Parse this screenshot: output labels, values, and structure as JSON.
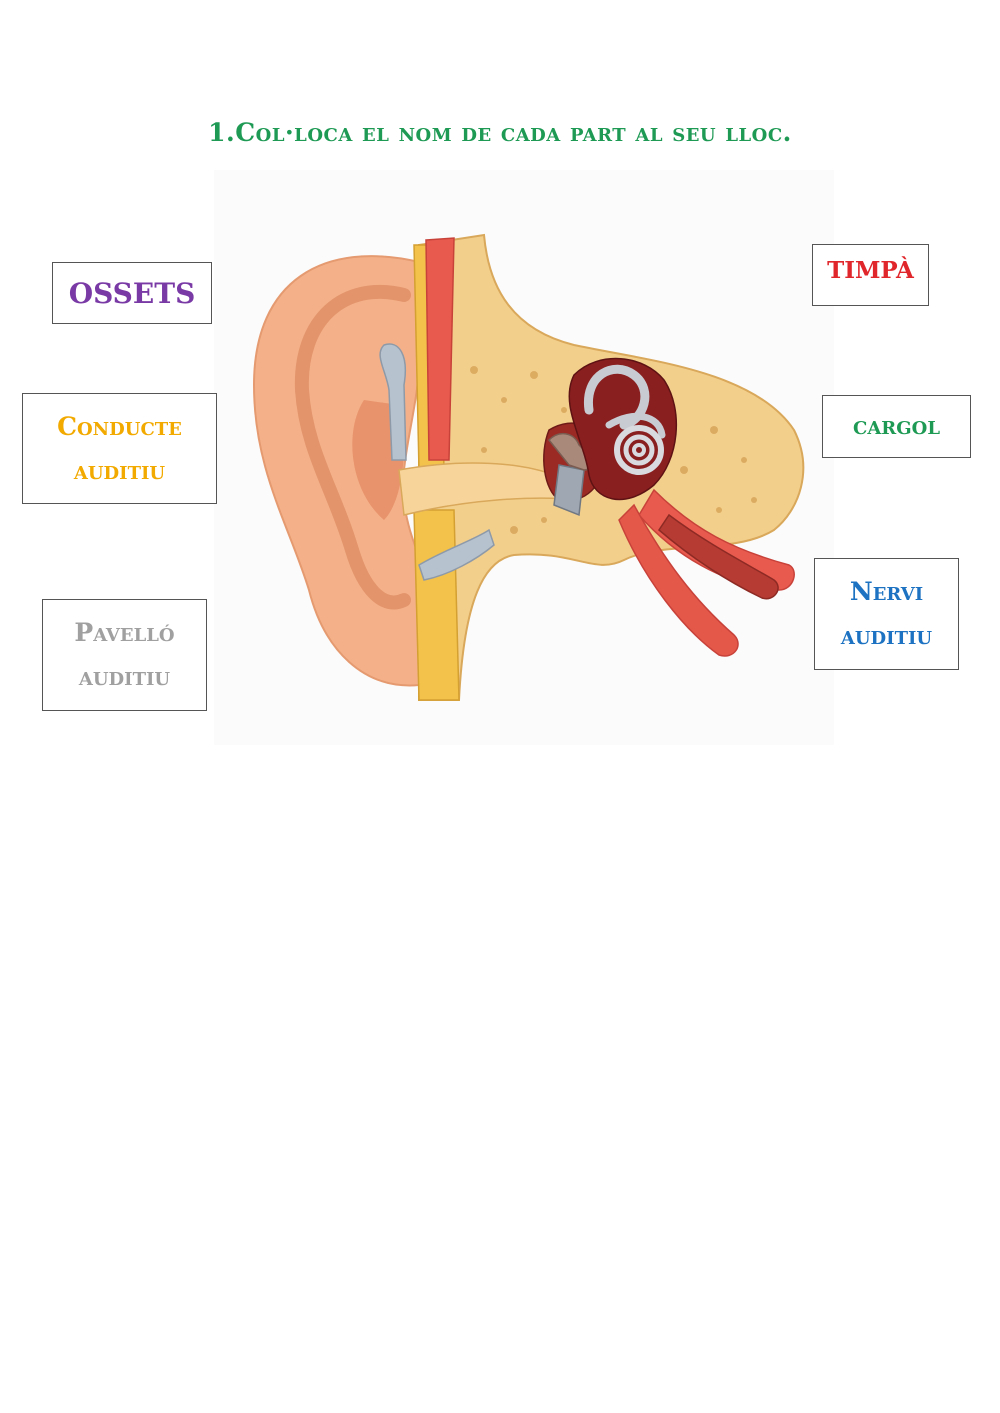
{
  "title": "1.Col·loca el nom de cada part al seu lloc.",
  "labels": {
    "ossets": {
      "text": "OSSETS",
      "color": "#7a3aa6"
    },
    "timpa": {
      "text": "TIMPÀ",
      "color": "#e0262b"
    },
    "conducte": {
      "line1": "Conducte",
      "line2": "auditiu",
      "color": "#f2a900"
    },
    "cargol": {
      "text": "cargol",
      "color": "#1f9a55"
    },
    "pavello": {
      "line1": "Pavelló",
      "line2": "auditiu",
      "color": "#a0a0a0"
    },
    "nervi": {
      "line1": "Nervi",
      "line2": "auditiu",
      "color": "#1d73c2"
    }
  }
}
